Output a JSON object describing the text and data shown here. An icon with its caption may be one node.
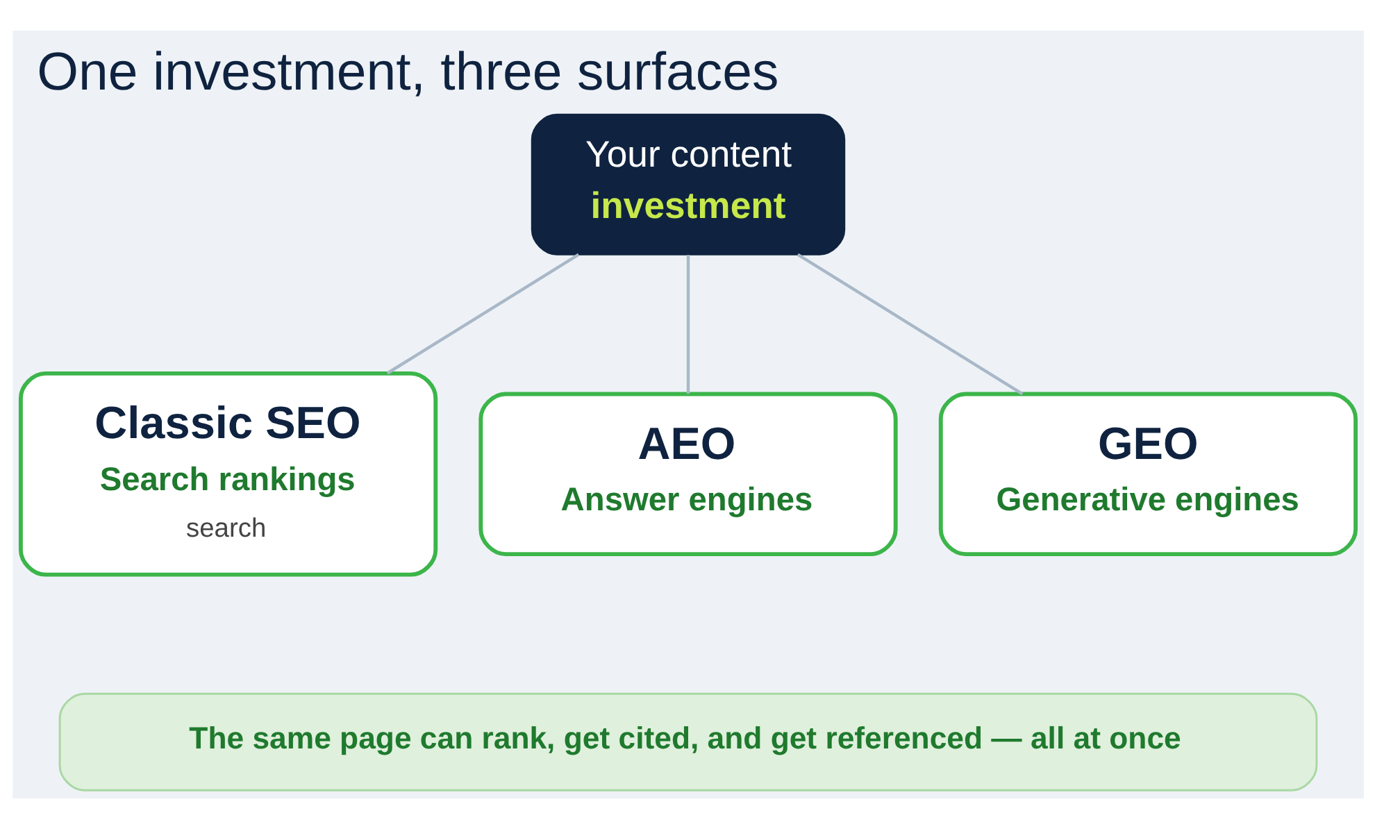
{
  "diagram": {
    "title": "One investment, three surfaces",
    "nodes": [
      {
        "text": [
          "Your content",
          "investment"
        ]
      },
      {
        "text": [
          "Classic SEO",
          "Search rankings",
          "search"
        ]
      },
      {
        "text": [
          "AEO",
          "Answer engines"
        ]
      },
      {
        "text": [
          "GEO",
          "Generative engines"
        ]
      },
      {
        "text": [
          "The same page can rank, get cited, and get referenced — all at once"
        ]
      }
    ],
    "edges": [
      {
        "from": 0,
        "to": 1,
        "arrow": "none"
      },
      {
        "from": 0,
        "to": 2,
        "arrow": "none"
      },
      {
        "from": 0,
        "to": 3,
        "arrow": "none"
      }
    ]
  }
}
